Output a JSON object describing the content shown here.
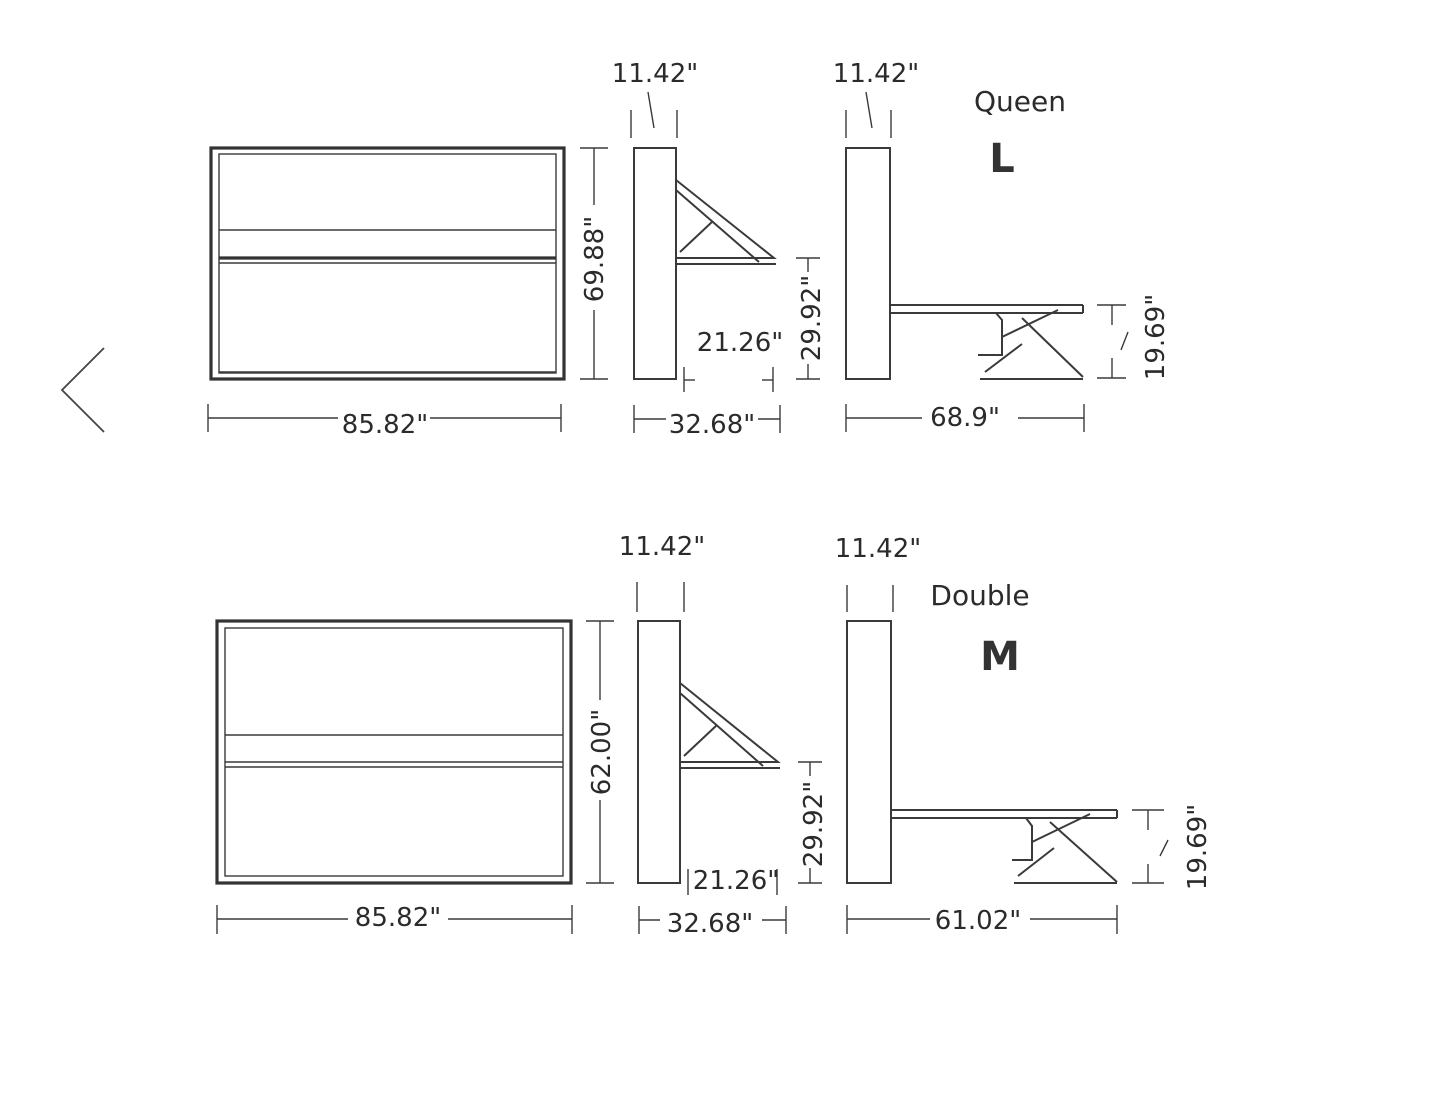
{
  "queen": {
    "label": "Queen",
    "size_code": "L",
    "front_width": "85.82\"",
    "front_height": "69.88\"",
    "closed_depth_top": "11.42\"",
    "closed_depth_bottom": "32.68\"",
    "desk_height": "29.92\"",
    "desk_depth": "21.26\"",
    "open_depth_top": "11.42\"",
    "open_length": "68.9\"",
    "leg_height": "19.69\""
  },
  "double": {
    "label": "Double",
    "size_code": "M",
    "front_width": "85.82\"",
    "front_height": "62.00\"",
    "closed_depth_top": "11.42\"",
    "closed_depth_bottom": "32.68\"",
    "desk_height": "29.92\"",
    "desk_depth": "21.26\"",
    "open_depth_top": "11.42\"",
    "open_length": "61.02\"",
    "leg_height": "19.69\""
  },
  "nav": {
    "prev_icon": "chevron-left-icon"
  }
}
